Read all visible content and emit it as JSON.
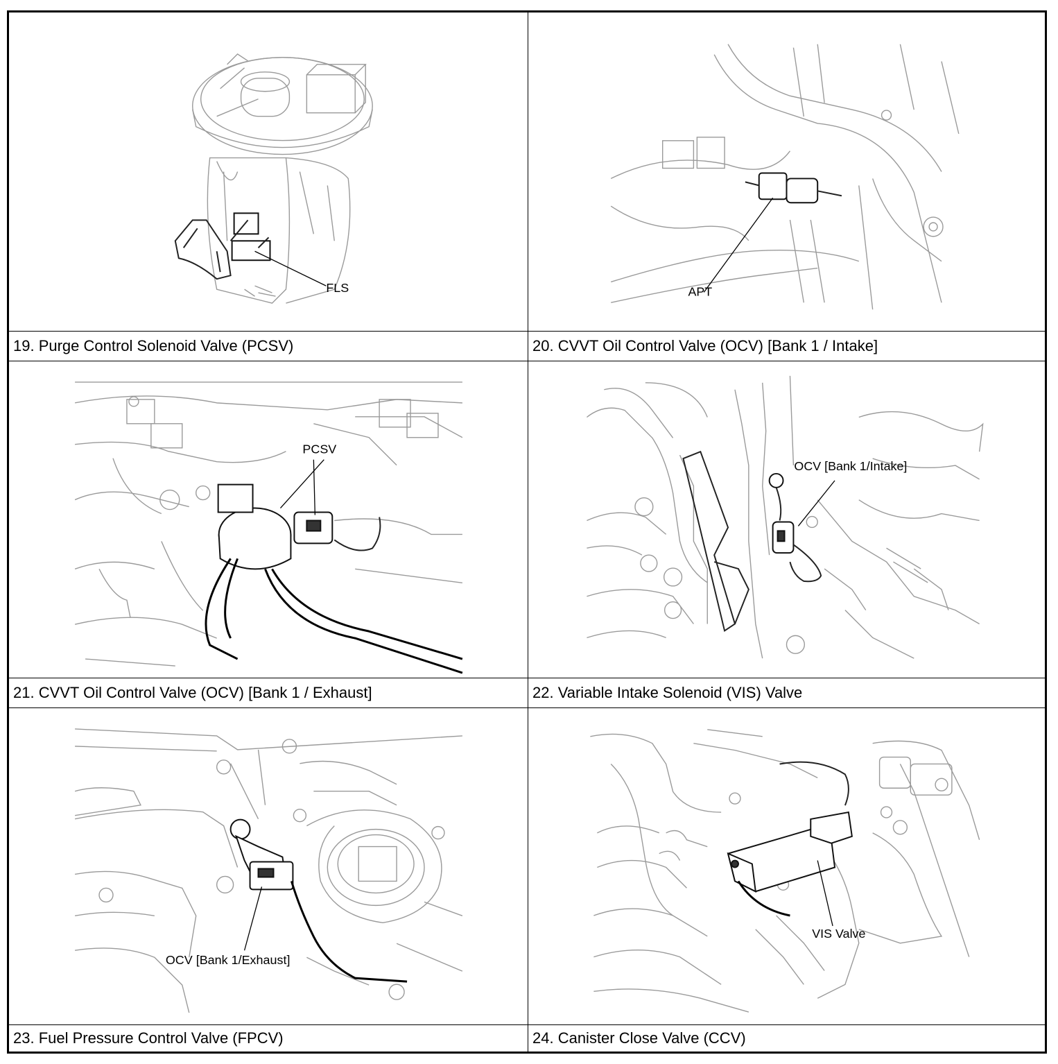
{
  "panels": [
    {
      "caption": "19. Purge Control Solenoid Valve (PCSV)",
      "callout": "FLS"
    },
    {
      "caption": "20. CVVT Oil Control Valve (OCV) [Bank 1 / Intake]",
      "callout": "APT"
    },
    {
      "caption": "21. CVVT Oil Control Valve (OCV) [Bank 1 / Exhaust]",
      "callout": "PCSV"
    },
    {
      "caption": "22. Variable Intake Solenoid (VIS) Valve",
      "callout": "OCV [Bank 1/Intake]"
    },
    {
      "caption": "23. Fuel Pressure Control Valve (FPCV)",
      "callout": "OCV [Bank 1/Exhaust]"
    },
    {
      "caption": "24. Canister Close Valve (CCV)",
      "callout": "VIS Valve"
    }
  ]
}
